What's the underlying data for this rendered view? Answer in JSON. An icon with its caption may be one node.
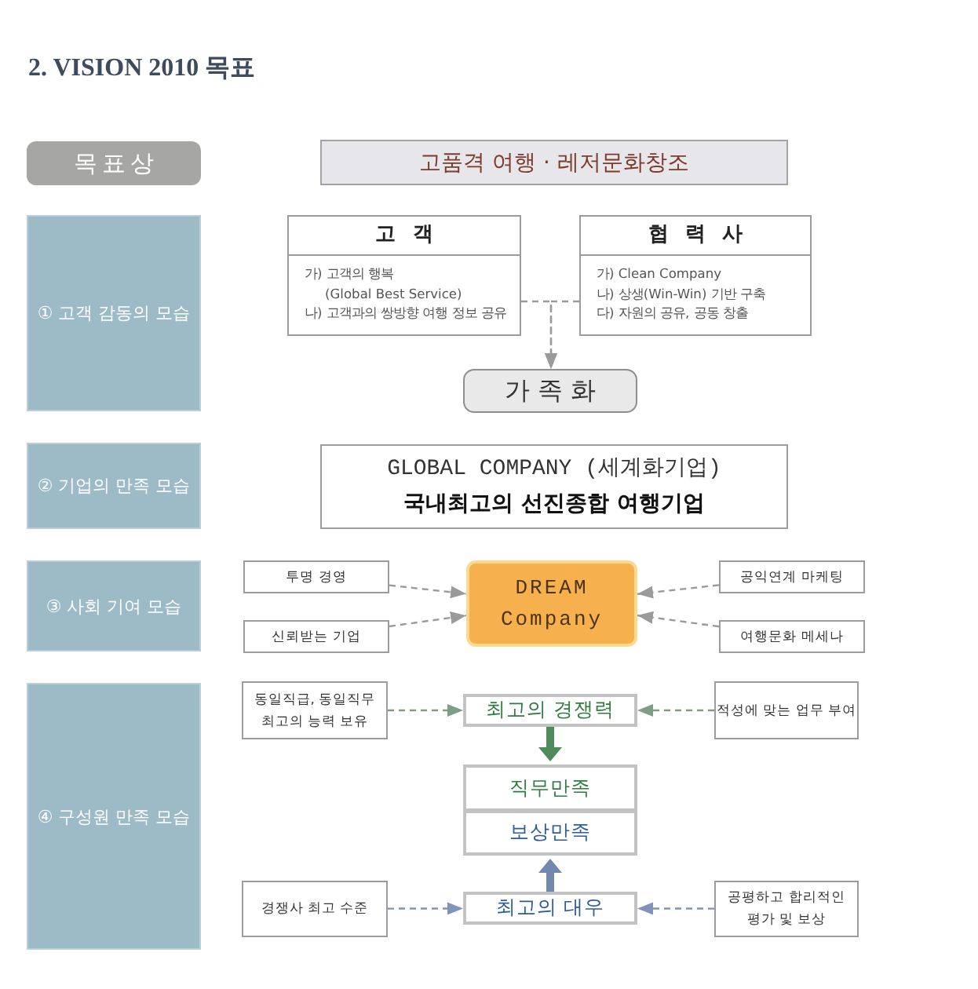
{
  "diagram": {
    "title": "2. VISION 2010 목표",
    "nodes": [
      {
        "text": [
          "목표상"
        ]
      },
      {
        "text": [
          "고품격 여행 · 레저문화창조"
        ]
      },
      {
        "text": [
          "① 고객 감동의 모습"
        ]
      },
      {
        "text": [
          "고 객",
          "가) 고객의 행복 (Global Best Service)",
          "나) 고객과의 쌍방향 여행 정보 공유"
        ]
      },
      {
        "text": [
          "협 력 사",
          "가) Clean Company",
          "나) 상생(Win-Win) 기반 구축",
          "다) 자원의 공유, 공동 창출"
        ]
      },
      {
        "text": [
          "가족화"
        ]
      },
      {
        "text": [
          "② 기업의 만족 모습"
        ]
      },
      {
        "text": [
          "GLOBAL COMPANY (세계화기업)",
          "국내최고의 선진종합 여행기업"
        ]
      },
      {
        "text": [
          "③ 사회 기여 모습"
        ]
      },
      {
        "text": [
          "투명 경영"
        ]
      },
      {
        "text": [
          "신뢰받는 기업"
        ]
      },
      {
        "text": [
          "DREAM Company"
        ]
      },
      {
        "text": [
          "공익연계 마케팅"
        ]
      },
      {
        "text": [
          "여행문화 메세나"
        ]
      },
      {
        "text": [
          "④ 구성원 만족 모습"
        ]
      },
      {
        "text": [
          "동일직급, 동일직무 최고의 능력 보유"
        ]
      },
      {
        "text": [
          "최고의 경쟁력"
        ]
      },
      {
        "text": [
          "적성에 맞는 업무 부여"
        ]
      },
      {
        "text": [
          "직무만족"
        ]
      },
      {
        "text": [
          "보상만족"
        ]
      },
      {
        "text": [
          "경쟁사 최고 수준"
        ]
      },
      {
        "text": [
          "최고의 대우"
        ]
      },
      {
        "text": [
          "공평하고 합리적인 평가 및 보상"
        ]
      }
    ],
    "edges": [
      {
        "from": 3,
        "to": 5,
        "arrow": "to",
        "style": "dashed"
      },
      {
        "from": 4,
        "to": 5,
        "arrow": "to",
        "style": "dashed"
      },
      {
        "from": 9,
        "to": 11,
        "arrow": "to",
        "style": "dashed"
      },
      {
        "from": 10,
        "to": 11,
        "arrow": "to",
        "style": "dashed"
      },
      {
        "from": 12,
        "to": 11,
        "arrow": "to",
        "style": "dashed"
      },
      {
        "from": 13,
        "to": 11,
        "arrow": "to",
        "style": "dashed"
      },
      {
        "from": 15,
        "to": 16,
        "arrow": "to",
        "style": "dashed",
        "color": "#7f9d84"
      },
      {
        "from": 17,
        "to": 16,
        "arrow": "to",
        "style": "dashed",
        "color": "#7f9d84"
      },
      {
        "from": 16,
        "to": 18,
        "arrow": "to",
        "style": "thick",
        "color": "#4e8a5c"
      },
      {
        "from": 20,
        "to": 21,
        "arrow": "to",
        "style": "dashed",
        "color": "#8193b6"
      },
      {
        "from": 22,
        "to": 21,
        "arrow": "to",
        "style": "dashed",
        "color": "#8193b6"
      },
      {
        "from": 21,
        "to": 19,
        "arrow": "to",
        "style": "thick",
        "color": "#7487ad"
      }
    ]
  }
}
